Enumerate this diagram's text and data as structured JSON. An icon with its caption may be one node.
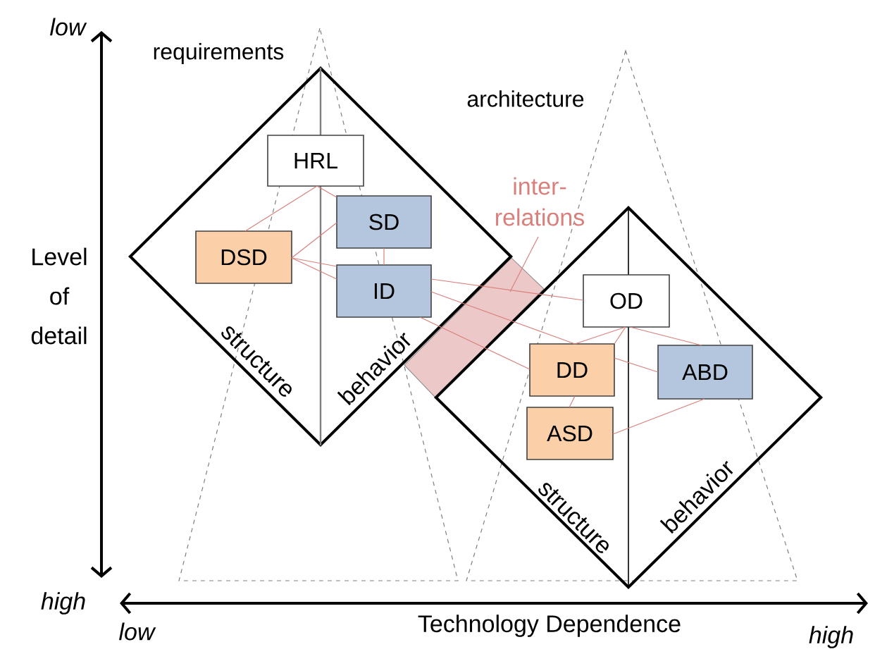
{
  "diagram": {
    "nodes": [
      {
        "text": [
          "structure",
          "behavior"
        ]
      },
      {
        "text": [
          "HRL"
        ],
        "in": 0
      },
      {
        "text": [
          "SD"
        ],
        "in": 0
      },
      {
        "text": [
          "DSD"
        ],
        "in": 0
      },
      {
        "text": [
          "ID"
        ],
        "in": 0
      },
      {
        "text": [
          "inter- relations"
        ]
      },
      {
        "text": [
          "structure",
          "behavior"
        ]
      },
      {
        "text": [
          "OD"
        ],
        "in": 6
      },
      {
        "text": [
          "DD"
        ],
        "in": 6
      },
      {
        "text": [
          "ABD"
        ],
        "in": 6
      },
      {
        "text": [
          "ASD"
        ],
        "in": 6
      }
    ],
    "edges": [
      {
        "from": 1,
        "to": 3,
        "arrow": "none"
      },
      {
        "from": 1,
        "to": 2,
        "arrow": "none"
      },
      {
        "from": 3,
        "to": 2,
        "arrow": "none"
      },
      {
        "from": 3,
        "to": 4,
        "arrow": "none"
      },
      {
        "from": 3,
        "to": 4,
        "arrow": "none"
      },
      {
        "from": 2,
        "to": 4,
        "arrow": "none"
      },
      {
        "from": 4,
        "to": 7,
        "arrow": "none"
      },
      {
        "from": 4,
        "to": 8,
        "arrow": "none"
      },
      {
        "from": 4,
        "to": 8,
        "arrow": "none"
      },
      {
        "from": 7,
        "to": 8,
        "arrow": "none"
      },
      {
        "from": 7,
        "to": 8,
        "arrow": "none"
      },
      {
        "from": 7,
        "to": 9,
        "arrow": "none"
      },
      {
        "from": 8,
        "to": 9,
        "arrow": "none"
      },
      {
        "from": 8,
        "to": 10,
        "arrow": "none"
      },
      {
        "from": 10,
        "to": 9,
        "arrow": "none"
      },
      {
        "from": 5,
        "to": null,
        "arrow": "none"
      }
    ],
    "labels": [
      "low",
      "requirements",
      "architecture",
      "Level of detail",
      "high",
      "low",
      "Technology Dependence",
      "high"
    ]
  }
}
